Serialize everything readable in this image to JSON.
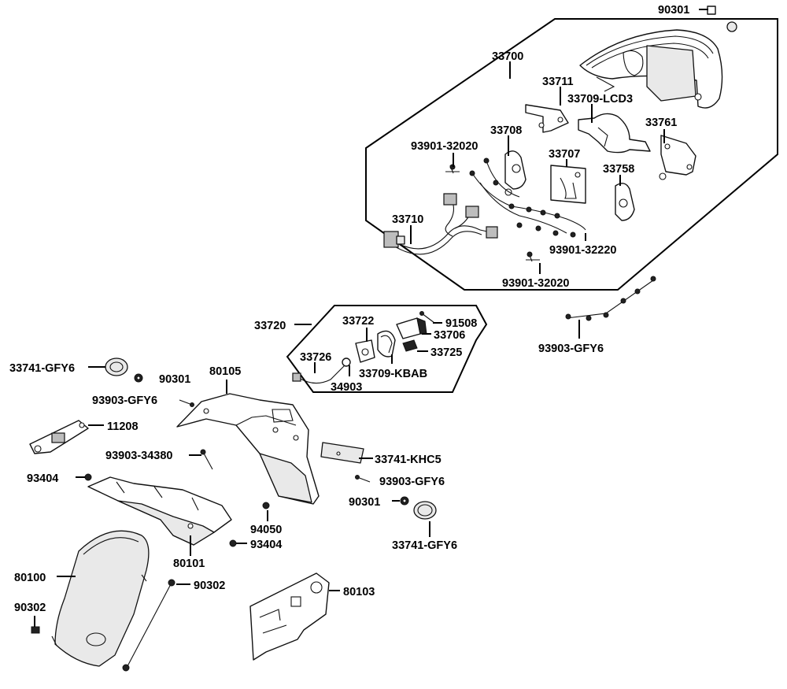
{
  "labels": {
    "l_90301_top": "90301",
    "l_33700": "33700",
    "l_33711": "33711",
    "l_33709_lcd3": "33709-LCD3",
    "l_33708": "33708",
    "l_33761": "33761",
    "l_93901_32020_a": "93901-32020",
    "l_33707": "33707",
    "l_33758": "33758",
    "l_33710": "33710",
    "l_93901_32220": "93901-32220",
    "l_93901_32020_b": "93901-32020",
    "l_33720": "33720",
    "l_33722": "33722",
    "l_91508": "91508",
    "l_33706": "33706",
    "l_33726": "33726",
    "l_33725": "33725",
    "l_33709_kbab": "33709-KBAB",
    "l_34903": "34903",
    "l_93903_gfy6_right": "93903-GFY6",
    "l_33741_gfy6_left": "33741-GFY6",
    "l_90301_left": "90301",
    "l_80105": "80105",
    "l_93903_gfy6_mid": "93903-GFY6",
    "l_11208": "11208",
    "l_93903_34380": "93903-34380",
    "l_33741_khc5": "33741-KHC5",
    "l_93404_left": "93404",
    "l_93903_gfy6_low": "93903-GFY6",
    "l_90301_low": "90301",
    "l_94050": "94050",
    "l_33741_gfy6_low": "33741-GFY6",
    "l_93404_low": "93404",
    "l_80101": "80101",
    "l_80100": "80100",
    "l_90302_right": "90302",
    "l_80103": "80103",
    "l_90302_left": "90302"
  }
}
